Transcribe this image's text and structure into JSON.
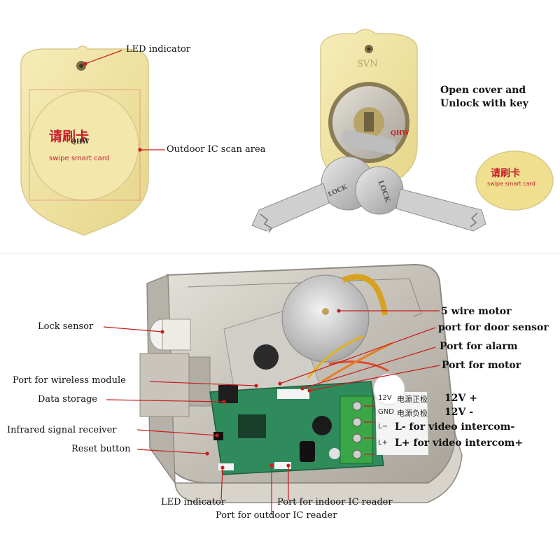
{
  "card_front": {
    "text_cn": "请刷卡",
    "text_en": "swipe smart card",
    "watermark": "QHW"
  },
  "card_open": {
    "brand": "SVN",
    "key_text_a": "LOCK",
    "key_text_b": "LOCK",
    "watermark": "QHW"
  },
  "loose_cover": {
    "text_cn": "请刷卡",
    "text_en": "swipe smart card"
  },
  "board_marks": {
    "pwr_pos_cn": "电源正极",
    "pwr_neg_cn": "电源负极",
    "pin_12v": "12V",
    "pin_gnd": "GND",
    "pin_lminus": "L−",
    "pin_lplus": "L+"
  },
  "labels": {
    "led_top": "LED indicator",
    "scan_area": "Outdoor IC scan area",
    "open_cover_1": "Open cover and",
    "open_cover_2": "Unlock with key",
    "motor_5wire": "5 wire motor",
    "door_sensor_port": "port for door sensor",
    "alarm_port": "Port for alarm",
    "motor_port": "Port for motor",
    "lock_sensor": "Lock sensor",
    "wireless_port": "Port for wireless module",
    "data_storage": "Data storage",
    "infrared": "Infrared signal receiver",
    "reset": "Reset button",
    "v12_plus": "12V +",
    "v12_minus": "12V -",
    "l_minus": "L- for video intercom-",
    "l_plus": "L+ for video intercom+",
    "led_bottom": "LED indicator",
    "indoor_reader": "Port for indoor IC reader",
    "outdoor_reader": "Port for outdoor IC reader"
  },
  "colors": {
    "card_yellow": "#efe2a0",
    "metal": "#c9c5bd",
    "pcb_green": "#2f8a5c",
    "terminal_green": "#3aa648",
    "leader_red": "#c81e1e"
  }
}
